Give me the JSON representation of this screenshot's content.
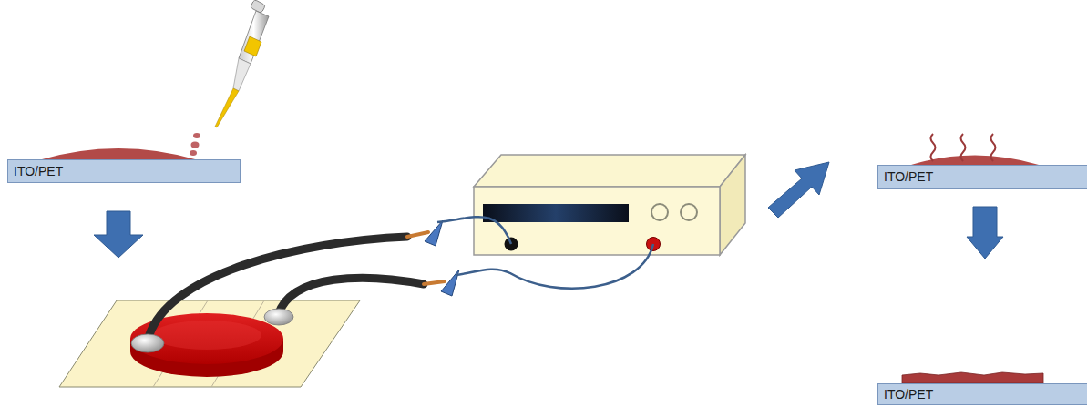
{
  "diagram": {
    "nodes": [
      {
        "text": [
          "ITO/PET"
        ]
      },
      {
        "text": [
          "ITO/PET"
        ]
      },
      {
        "text": [
          "ITO/PET"
        ]
      }
    ],
    "edges": [
      {
        "from": 1,
        "to": 2,
        "arrow": "to"
      }
    ]
  }
}
